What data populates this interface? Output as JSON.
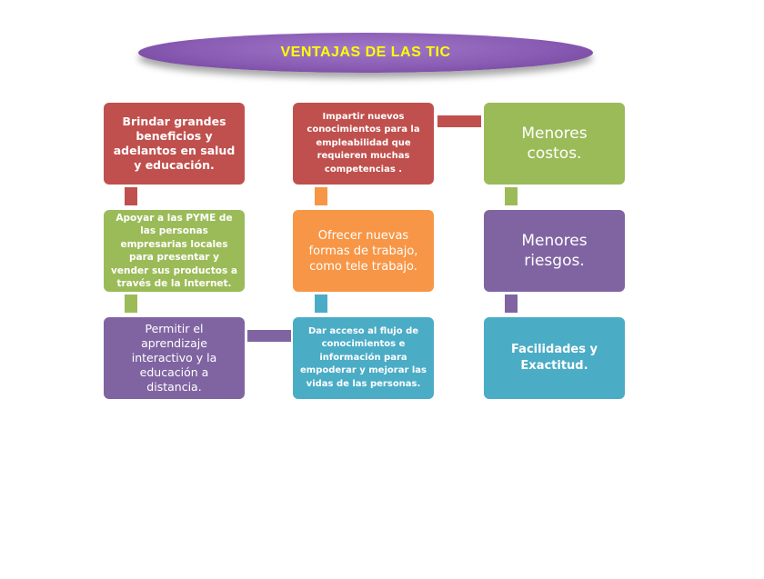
{
  "title": "VENTAJAS  DE LAS TIC",
  "boxes": {
    "r1c1": "Brindar grandes beneficios y adelantos en salud y educación.",
    "r2c1": "Apoyar a las PYME de las personas empresarias locales para presentar y vender sus productos a través de la Internet.",
    "r3c1": "Permitir el aprendizaje interactivo y la educación a distancia.",
    "r1c2": "Impartir nuevos conocimientos para la empleabilidad que requieren muchas competencias .",
    "r2c2": "Ofrecer nuevas formas de trabajo, como tele trabajo.",
    "r3c2": "Dar acceso al flujo de conocimientos e información para empoderar y mejorar las vidas de las personas.",
    "r1c3": "Menores costos.",
    "r2c3": "Menores riesgos.",
    "r3c3": "Facilidades y Exactitud."
  },
  "colors": {
    "red": "#c0504d",
    "green": "#9bbb59",
    "purple": "#8064a2",
    "orange": "#f79646",
    "teal": "#4bacc6",
    "title_text": "#ffff00"
  }
}
